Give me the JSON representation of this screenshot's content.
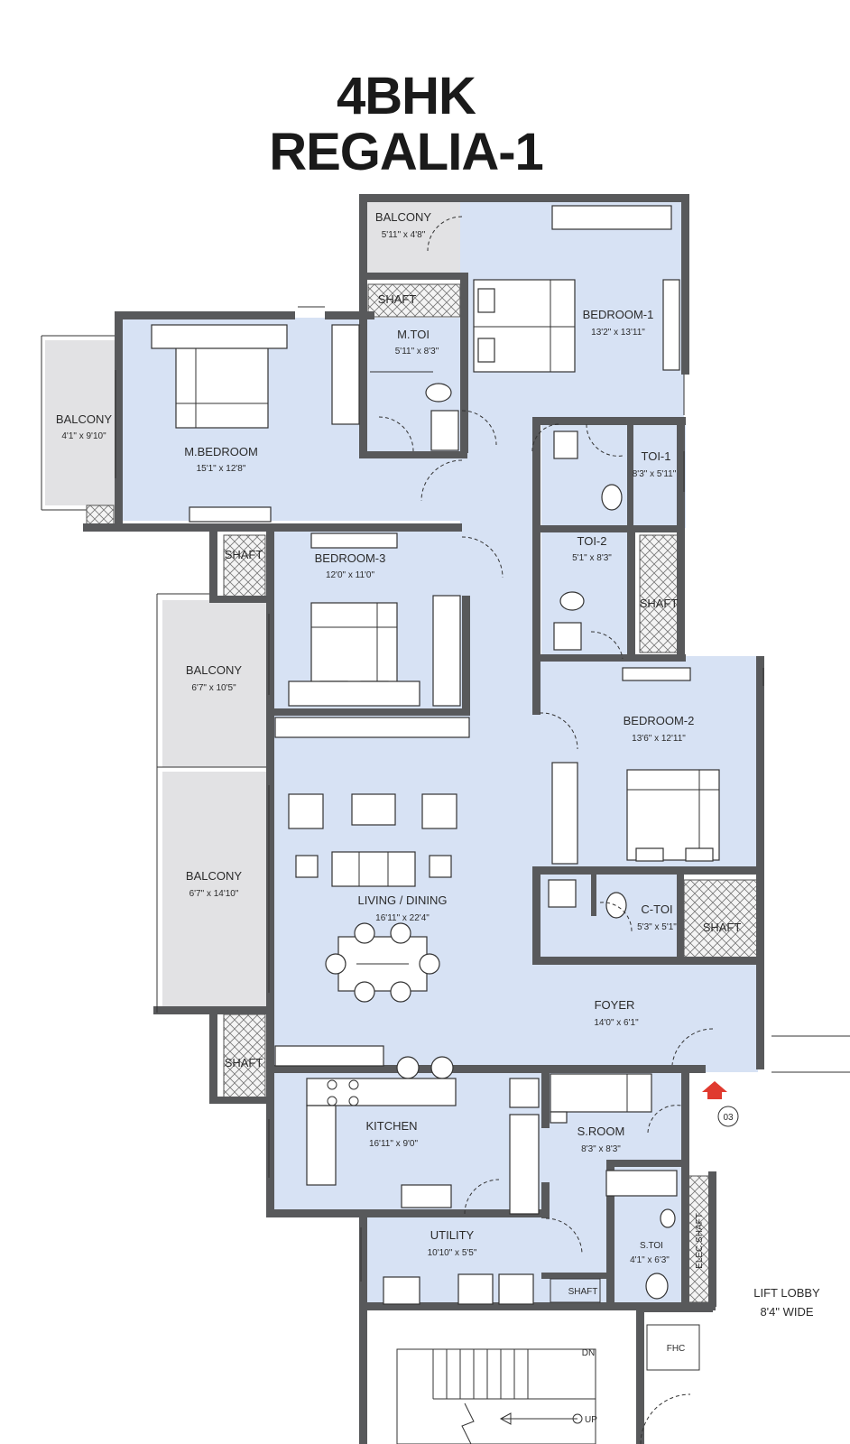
{
  "title": {
    "line1": "4BHK",
    "line2": "REGALIA-1"
  },
  "rooms": {
    "balcony_top": {
      "name": "BALCONY",
      "dim": "5'11\" x 4'8\""
    },
    "shaft_top": {
      "name": "SHAFT"
    },
    "m_toi": {
      "name": "M.TOI",
      "dim": "5'11\" x 8'3\""
    },
    "bedroom1": {
      "name": "BEDROOM-1",
      "dim": "13'2\" x 13'11\""
    },
    "balcony_left": {
      "name": "BALCONY",
      "dim": "4'1\" x 9'10\""
    },
    "m_bedroom": {
      "name": "M.BEDROOM",
      "dim": "15'1\" x 12'8\""
    },
    "toi1": {
      "name": "TOI-1",
      "dim": "8'3\" x 5'11\""
    },
    "shaft_b3": {
      "name": "SHAFT"
    },
    "bedroom3": {
      "name": "BEDROOM-3",
      "dim": "12'0\" x 11'0\""
    },
    "toi2": {
      "name": "TOI-2",
      "dim": "5'1\" x 8'3\""
    },
    "shaft_toi2": {
      "name": "SHAFT"
    },
    "balcony_mid": {
      "name": "BALCONY",
      "dim": "6'7\" x 10'5\""
    },
    "bedroom2": {
      "name": "BEDROOM-2",
      "dim": "13'6\" x 12'11\""
    },
    "balcony_low": {
      "name": "BALCONY",
      "dim": "6'7\" x 14'10\""
    },
    "living": {
      "name": "LIVING / DINING",
      "dim": "16'11\" x 22'4\""
    },
    "c_toi": {
      "name": "C-TOI",
      "dim": "5'3\" x 5'1\""
    },
    "shaft_ctoi": {
      "name": "SHAFT"
    },
    "foyer": {
      "name": "FOYER",
      "dim": "14'0\" x 6'1\""
    },
    "shaft_kitchen": {
      "name": "SHAFT"
    },
    "kitchen": {
      "name": "KITCHEN",
      "dim": "16'11\" x 9'0\""
    },
    "s_room": {
      "name": "S.ROOM",
      "dim": "8'3\" x 8'3\""
    },
    "elec_shaft": {
      "name": "ELEC.SHAFT"
    },
    "utility": {
      "name": "UTILITY",
      "dim": "10'10\" x 5'5\""
    },
    "s_toi": {
      "name": "S.TOI",
      "dim": "4'1\" x 6'3\""
    },
    "shaft_util": {
      "name": "SHAFT"
    },
    "lift_lobby": {
      "name": "LIFT LOBBY",
      "dim": "8'4\" WIDE"
    },
    "fhc": {
      "name": "FHC"
    }
  },
  "stairs": {
    "down": "DN",
    "up": "UP"
  },
  "entrance_marker": {
    "number": "03",
    "color": "#e03a2f"
  },
  "colors": {
    "room_fill": "#d7e2f4",
    "balcony_fill": "#e2e2e4",
    "wall": "#58595b"
  }
}
